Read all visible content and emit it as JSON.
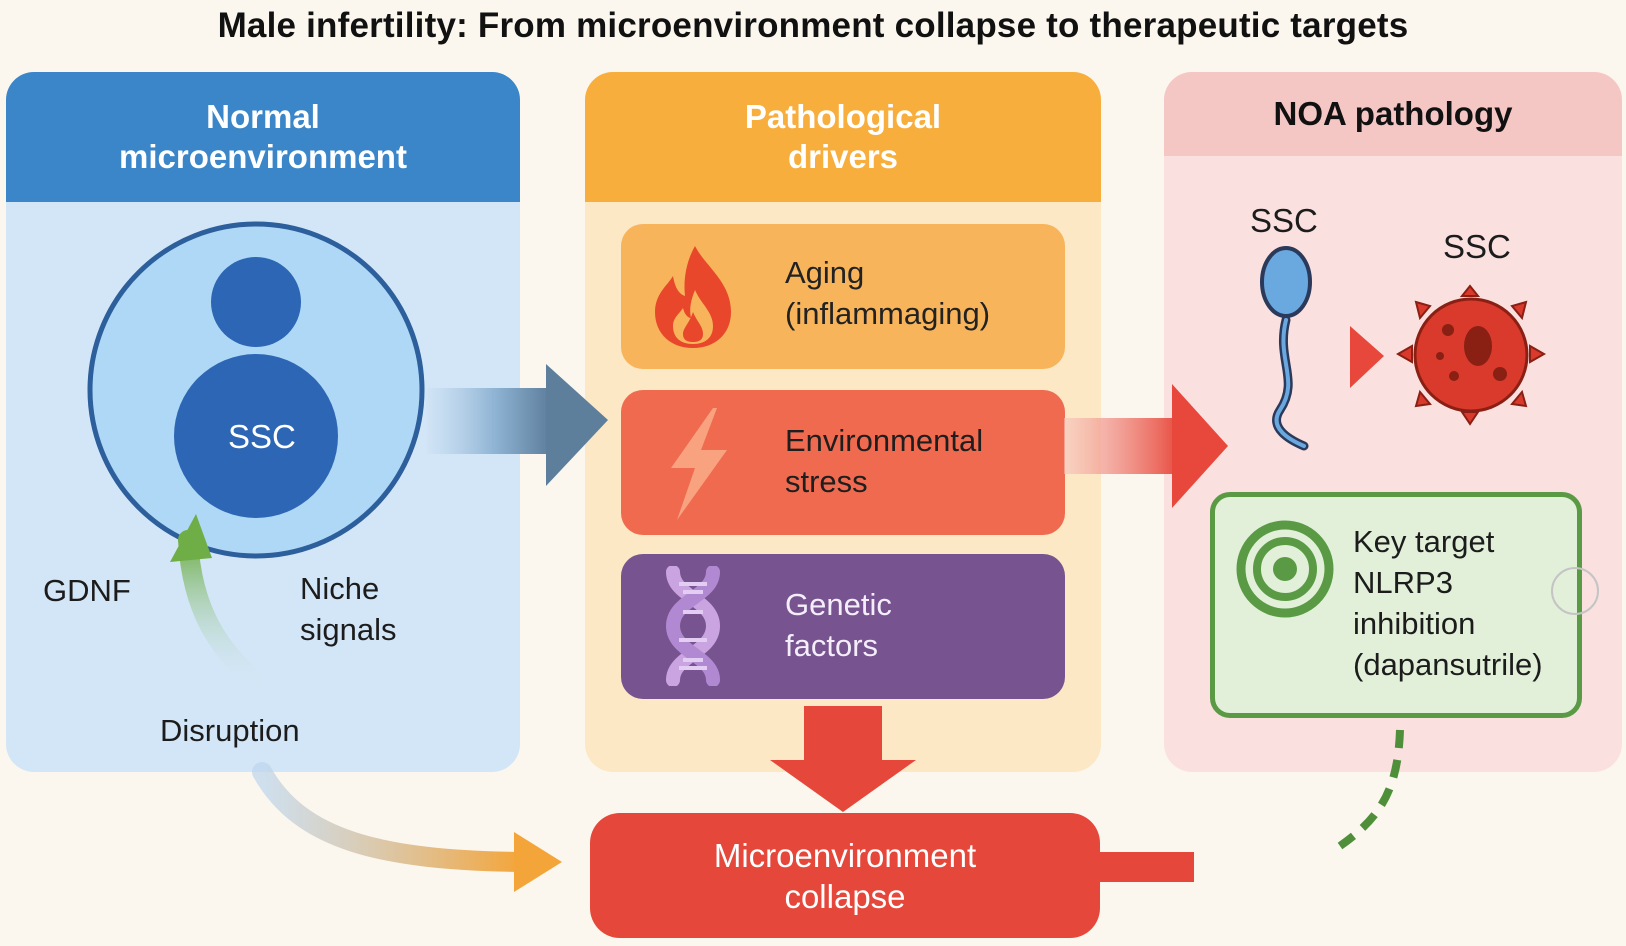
{
  "title": "Male infertility: From microenvironment collapse to therapeutic targets",
  "panels": {
    "normal": {
      "heading": "Normal microenvironment",
      "cell_label": "SSC",
      "gdnf_label": "GDNF",
      "niche_label_line1": "Niche",
      "niche_label_line2": "signals",
      "disruption_label": "Disruption"
    },
    "drivers": {
      "heading": "Pathological drivers",
      "items": [
        {
          "line1": "Aging",
          "line2": "(inflammaging)",
          "icon": "flame-icon"
        },
        {
          "line1": "Environmental",
          "line2": "stress",
          "icon": "lightning-icon"
        },
        {
          "line1": "Genetic",
          "line2": "factors",
          "icon": "dna-icon"
        }
      ]
    },
    "noa": {
      "heading": "NOA pathology",
      "ssc_healthy_label": "SSC",
      "ssc_damaged_label": "SSC",
      "target": {
        "line1": "Key target",
        "line2": "NLRP3",
        "line3": "inhibition",
        "line4": "(dapansutrile)",
        "icon": "target-icon"
      }
    }
  },
  "collapse": {
    "line1": "Microenvironment",
    "line2": "collapse"
  },
  "colors": {
    "normal_header": "#3a86c8",
    "drivers_header": "#f8ae3d",
    "noa_header": "#f5c7c4",
    "collapse": "#e5483b",
    "target_border": "#5a9a45"
  }
}
